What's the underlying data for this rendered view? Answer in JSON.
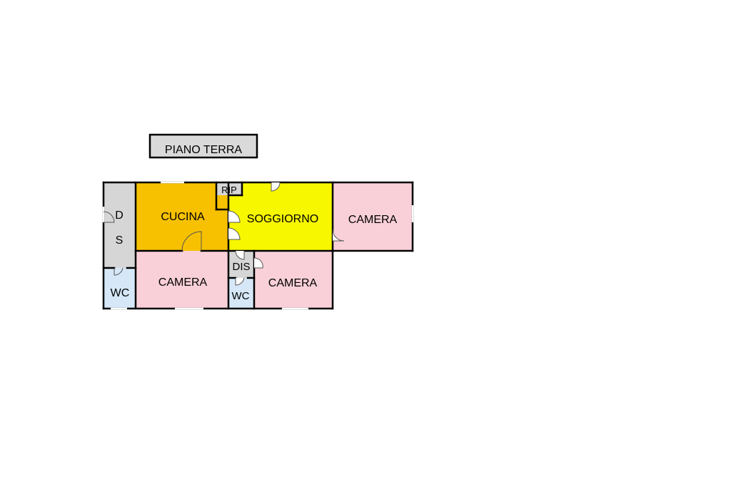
{
  "title": "PIANO TERRA",
  "colors": {
    "kitchen": "#F7C100",
    "living": "#F7F700",
    "bedroom": "#F9D0D8",
    "corridor": "#D6D6D6",
    "bathroom": "#D6E8F8",
    "storage": "#D6D6D6",
    "wall": "#000000",
    "title_box": "#DADADA"
  },
  "rooms": {
    "dis_left_top": "D",
    "dis_left_bottom": "S",
    "cucina": "CUCINA",
    "rip": "RIP",
    "soggiorno": "SOGGIORNO",
    "camera_right": "CAMERA",
    "wc_left": "WC",
    "camera_left": "CAMERA",
    "dis_center": "DIS",
    "wc_center": "WC",
    "camera_center": "CAMERA"
  }
}
